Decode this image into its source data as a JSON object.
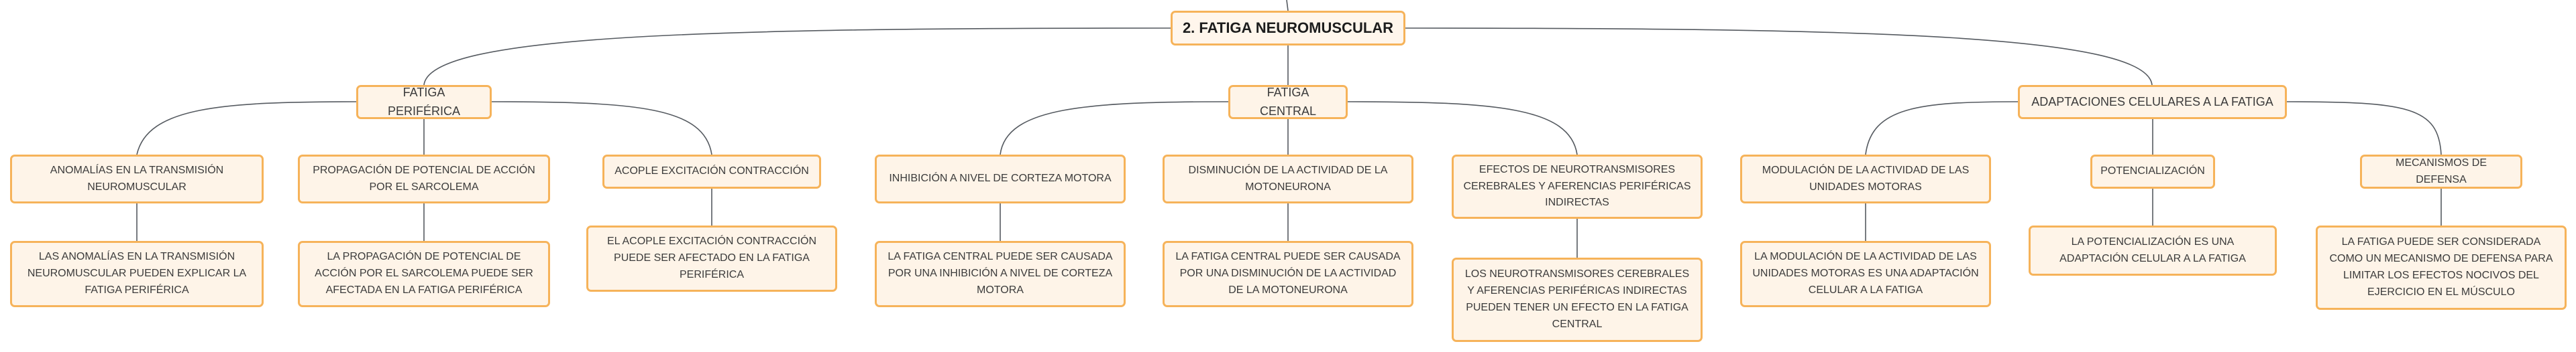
{
  "root": {
    "label": "2. FATIGA NEUROMUSCULAR"
  },
  "branches": [
    {
      "label": "FATIGA PERIFÉRICA",
      "children": [
        {
          "label": "ANOMALÍAS EN LA TRANSMISIÓN NEUROMUSCULAR",
          "detail": "LAS ANOMALÍAS EN LA TRANSMISIÓN NEUROMUSCULAR PUEDEN EXPLICAR LA FATIGA PERIFÉRICA"
        },
        {
          "label": "PROPAGACIÓN DE POTENCIAL DE ACCIÓN POR EL SARCOLEMA",
          "detail": "LA PROPAGACIÓN DE POTENCIAL DE ACCIÓN POR EL SARCOLEMA PUEDE SER AFECTADA EN LA FATIGA PERIFÉRICA"
        },
        {
          "label": "ACOPLE EXCITACIÓN CONTRACCIÓN",
          "detail": "EL ACOPLE EXCITACIÓN CONTRACCIÓN PUEDE SER AFECTADO EN LA FATIGA PERIFÉRICA"
        }
      ]
    },
    {
      "label": "FATIGA CENTRAL",
      "children": [
        {
          "label": "INHIBICIÓN A NIVEL DE CORTEZA MOTORA",
          "detail": "LA FATIGA CENTRAL PUEDE SER CAUSADA POR UNA INHIBICIÓN A NIVEL DE CORTEZA MOTORA"
        },
        {
          "label": "DISMINUCIÓN DE LA ACTIVIDAD DE LA MOTONEURONA",
          "detail": "LA FATIGA CENTRAL PUEDE SER CAUSADA POR UNA DISMINUCIÓN DE LA ACTIVIDAD DE LA MOTONEURONA"
        },
        {
          "label": "EFECTOS DE NEUROTRANSMISORES CEREBRALES Y AFERENCIAS PERIFÉRICAS INDIRECTAS",
          "detail": "LOS NEUROTRANSMISORES CEREBRALES Y AFERENCIAS PERIFÉRICAS INDIRECTAS PUEDEN TENER UN EFECTO EN LA FATIGA CENTRAL"
        }
      ]
    },
    {
      "label": "ADAPTACIONES CELULARES A LA FATIGA",
      "children": [
        {
          "label": "MODULACIÓN DE LA ACTIVIDAD DE LAS UNIDADES MOTORAS",
          "detail": "LA MODULACIÓN DE LA ACTIVIDAD DE LAS UNIDADES MOTORAS ES UNA ADAPTACIÓN CELULAR A LA FATIGA"
        },
        {
          "label": "POTENCIALIZACIÓN",
          "detail": "LA POTENCIALIZACIÓN ES UNA ADAPTACIÓN CELULAR A LA FATIGA"
        },
        {
          "label": "MECANISMOS DE DEFENSA",
          "detail": "LA FATIGA PUEDE SER CONSIDERADA COMO UN MECANISMO DE DEFENSA PARA LIMITAR LOS EFECTOS NOCIVOS DEL EJERCICIO EN EL MÚSCULO"
        }
      ]
    }
  ]
}
